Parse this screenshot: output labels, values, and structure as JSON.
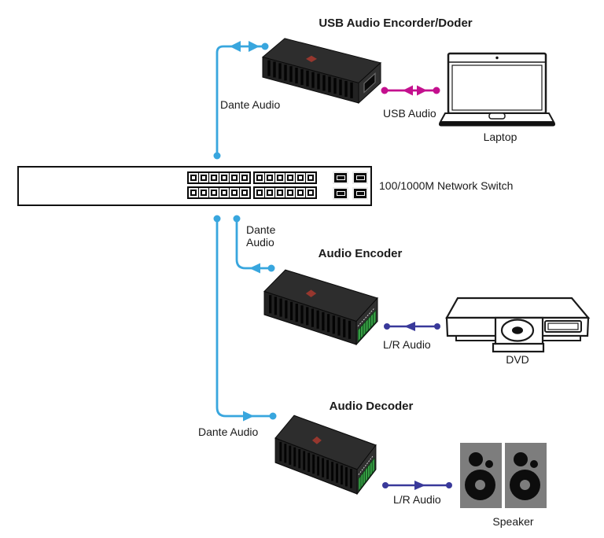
{
  "diagram": {
    "title_top": "USB Audio Encorder/Doder",
    "switch_label": "100/1000M Network Switch",
    "encoder_title": "Audio Encoder",
    "decoder_title": "Audio Decoder",
    "laptop_label": "Laptop",
    "dvd_label": "DVD",
    "speaker_label": "Speaker",
    "links": {
      "dante_top": "Dante Audio",
      "usb": "USB Audio",
      "dante_encoder": "Dante\nAudio",
      "lr_encoder": "L/R Audio",
      "dante_decoder": "Dante Audio",
      "lr_decoder": "L/R Audio"
    },
    "colors": {
      "dante": "#38A6DE",
      "usb": "#C4108E",
      "analog": "#39399A"
    }
  }
}
